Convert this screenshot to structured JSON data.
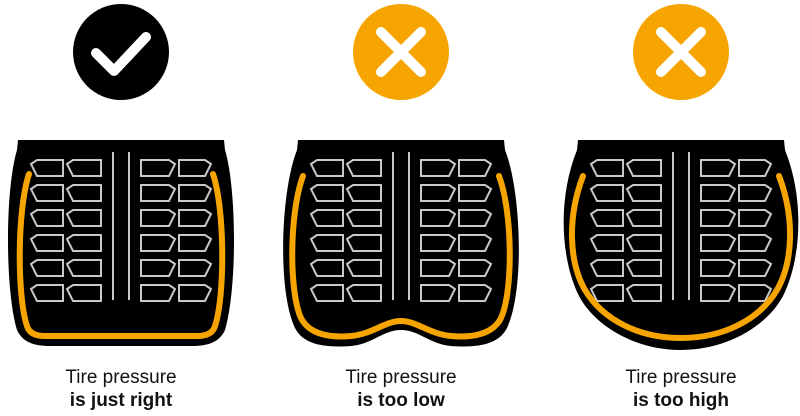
{
  "colors": {
    "tire": "#000000",
    "tread": "#c8c8c8",
    "rim": "#f6a500",
    "good": "#000000",
    "bad": "#f6a500",
    "mark": "#ffffff"
  },
  "panels": [
    {
      "status": "correct",
      "icon": "checkmark-icon",
      "line1": "Tire pressure",
      "line2": "is just right"
    },
    {
      "status": "incorrect",
      "icon": "cross-icon",
      "line1": "Tire pressure",
      "line2": "is too low"
    },
    {
      "status": "incorrect",
      "icon": "cross-icon",
      "line1": "Tire pressure",
      "line2": "is too high"
    }
  ]
}
